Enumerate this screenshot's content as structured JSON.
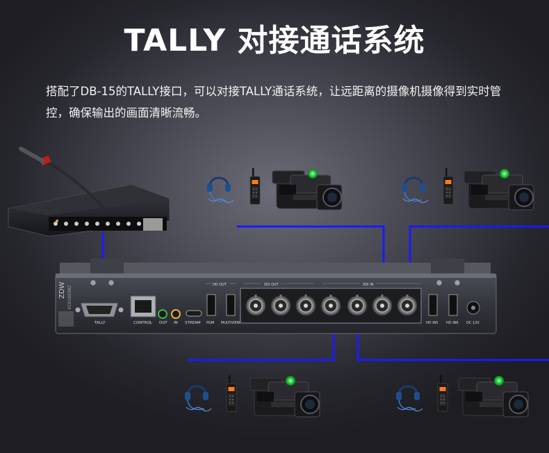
{
  "header": {
    "title": "TALLY 对接通话系统",
    "description": "搭配了DB-15的TALLY接口，可以对接TALLY通话系统，让远距离的摄像机摄像得到实时管控，确保输出的画面清晰流畅。"
  },
  "device": {
    "brand": "ZDW",
    "serial": "010100382",
    "ports": {
      "tally": "TALLY",
      "control": "CONTROL",
      "out": "OUT",
      "in": "IN",
      "stream": "STREAM",
      "pgm": "PGM",
      "multiview": "MULTIVIEW",
      "hd_out": "HD OUT",
      "sdi_out": "SDI OUT",
      "sdi_in": "SDI IN",
      "hd_in_5": "HD IN5",
      "hd_in_6": "HD IN6",
      "dc": "DC 12V"
    }
  },
  "colors": {
    "connection_line": "#1a1aff",
    "tally_light": "#2bd34b",
    "background": "#3a3a44"
  },
  "icons": [
    "headset-icon",
    "walkie-talkie-icon",
    "video-camera-icon",
    "tally-controller-icon",
    "microphone-icon"
  ]
}
